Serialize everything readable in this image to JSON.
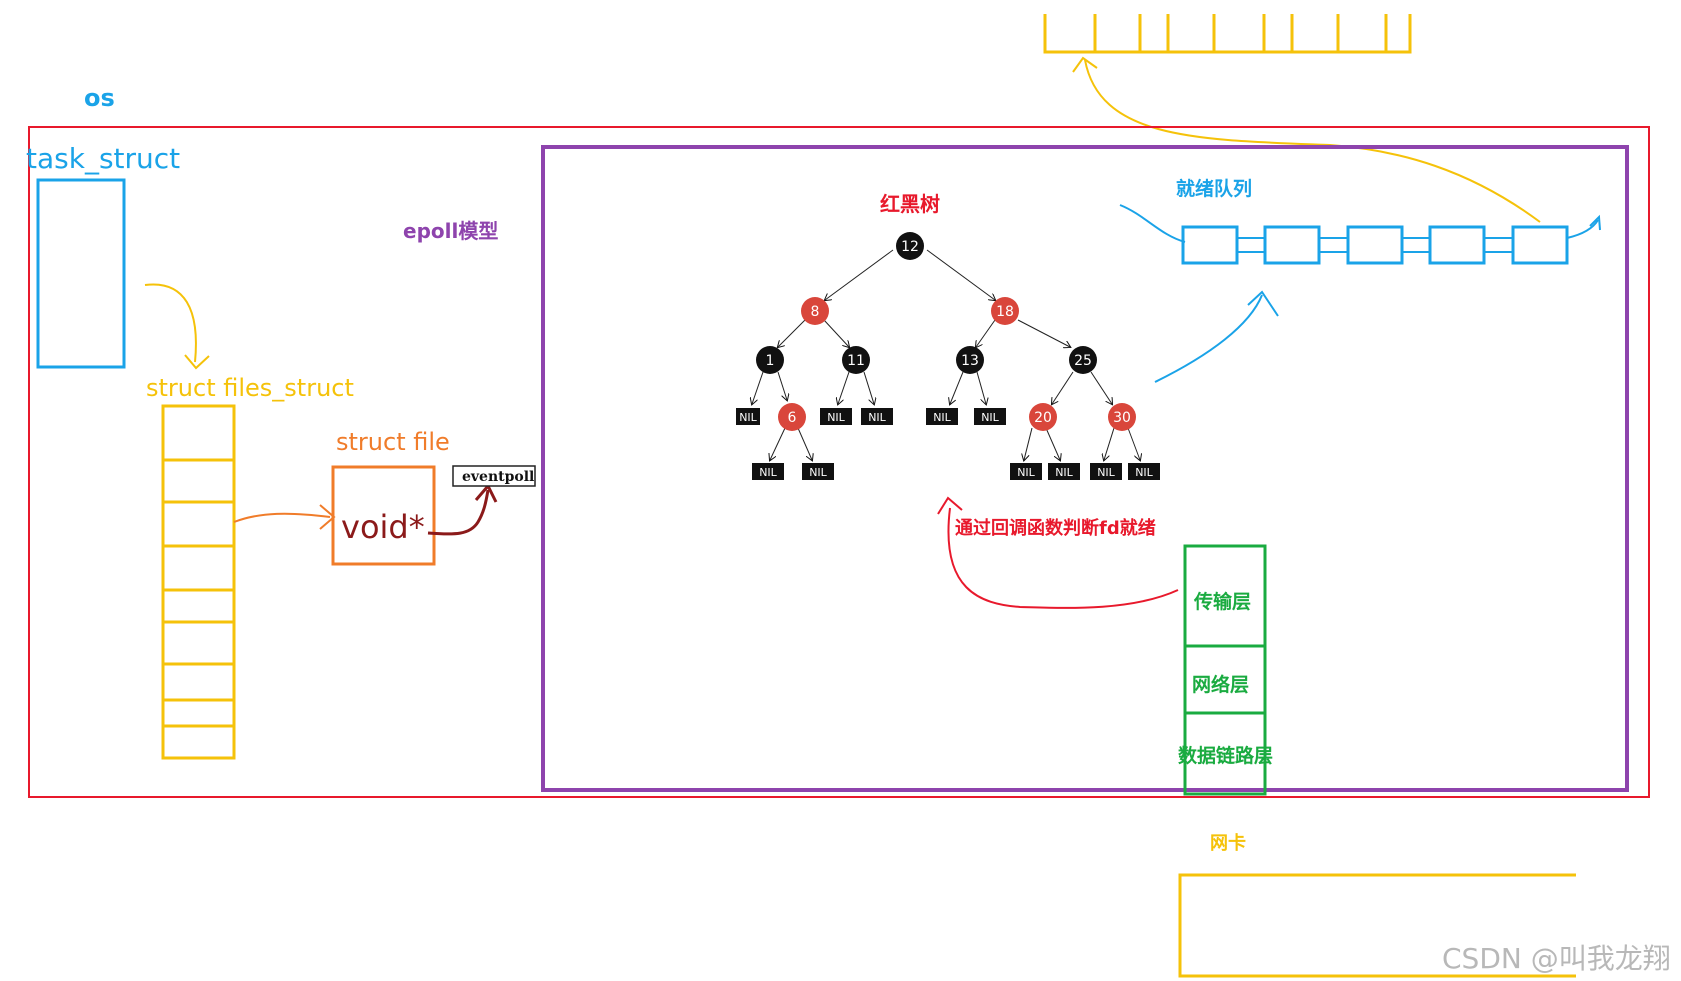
{
  "labels": {
    "os": "os",
    "task_struct": "task_struct",
    "files_struct": "struct files_struct",
    "struct_file": "struct file",
    "void_ptr": "void*",
    "eventpoll": "eventpoll",
    "epoll_model": "epoll模型",
    "rb_tree": "红黑树",
    "ready_queue": "就绪队列",
    "callback": "通过回调函数判断fd就绪",
    "transport_layer": "传输层",
    "network_layer": "网络层",
    "datalink_layer": "数据链路层",
    "nic": "网卡",
    "watermark": "CSDN @叫我龙翔"
  },
  "tree": {
    "nodes": [
      {
        "id": "n12",
        "key": "12",
        "color": "black"
      },
      {
        "id": "n8",
        "key": "8",
        "color": "red"
      },
      {
        "id": "n18",
        "key": "18",
        "color": "red"
      },
      {
        "id": "n1",
        "key": "1",
        "color": "black"
      },
      {
        "id": "n11",
        "key": "11",
        "color": "black"
      },
      {
        "id": "n13",
        "key": "13",
        "color": "black"
      },
      {
        "id": "n25",
        "key": "25",
        "color": "black"
      },
      {
        "id": "n6",
        "key": "6",
        "color": "red"
      },
      {
        "id": "n20",
        "key": "20",
        "color": "red"
      },
      {
        "id": "n30",
        "key": "30",
        "color": "red"
      }
    ],
    "nil_label": "NIL",
    "nil_count": 11
  },
  "colors": {
    "os_frame": "#e8192c",
    "epoll_frame": "#8e44ad",
    "task": "#1aa3e8",
    "files": "#f5c20a",
    "file": "#f07c2a",
    "void": "#8b1a1a",
    "rb_black": "#111111",
    "rb_red": "#d9463b",
    "queue": "#1aa3e8",
    "stack": "#1aab40",
    "callback": "#e8192c"
  }
}
